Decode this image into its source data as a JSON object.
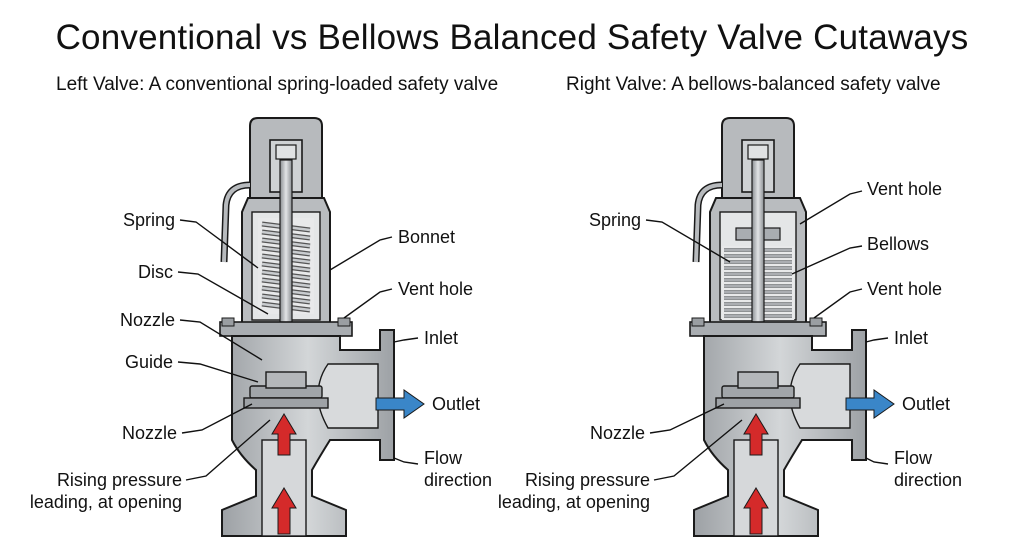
{
  "title": "Conventional vs Bellows Balanced Safety Valve Cutaways",
  "subtitle_left": "Left Valve: A conventional spring-loaded safety valve",
  "subtitle_right": "Right Valve: A bellows-balanced safety valve",
  "left_labels": {
    "spring": "Spring",
    "disc": "Disc",
    "nozzle_top": "Nozzle",
    "guide": "Guide",
    "nozzle_bottom": "Nozzle",
    "rising_line1": "Rising pressure",
    "rising_line2": "leading, at opening",
    "bonnet": "Bonnet",
    "vent_hole": "Vent hole",
    "inlet": "Inlet",
    "outlet": "Outlet",
    "flow_line1": "Flow",
    "flow_line2": "direction"
  },
  "right_labels": {
    "spring": "Spring",
    "nozzle": "Nozzle",
    "rising_line1": "Rising pressure",
    "rising_line2": "leading, at opening",
    "vent_hole_top": "Vent hole",
    "bellows": "Bellows",
    "vent_hole": "Vent hole",
    "inlet": "Inlet",
    "outlet": "Outlet",
    "flow_line1": "Flow",
    "flow_line2": "direction"
  },
  "colors": {
    "body": "#b9bcbf",
    "body_dark": "#8e9296",
    "outline": "#1a1a1a",
    "pressure_arrow": "#d42a2a",
    "outlet_arrow": "#3a86c8"
  }
}
